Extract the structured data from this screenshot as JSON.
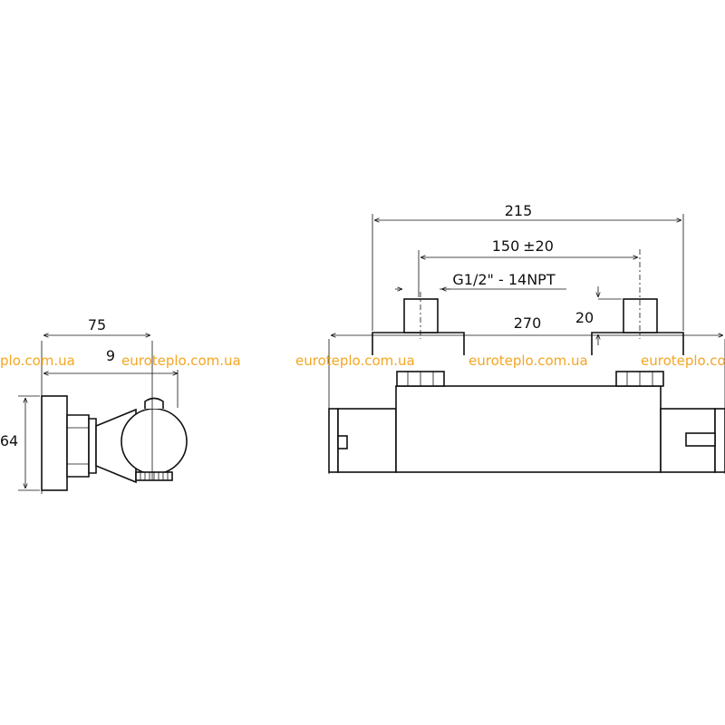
{
  "dimensions": {
    "width_total": "215",
    "spacing": "150",
    "tolerance": "±20",
    "thread": "G1/2\" - 14NPT",
    "inlet_height": "20",
    "length": "270",
    "depth": "75",
    "height": "64",
    "partial": "9"
  },
  "watermarks": [
    "plo.com.ua",
    "euroteplo.com.ua",
    "euroteplo.com.ua",
    "euroteplo.com.ua",
    "euroteplo.com.u"
  ],
  "colors": {
    "line": "#111111",
    "watermark": "#f5a623"
  }
}
